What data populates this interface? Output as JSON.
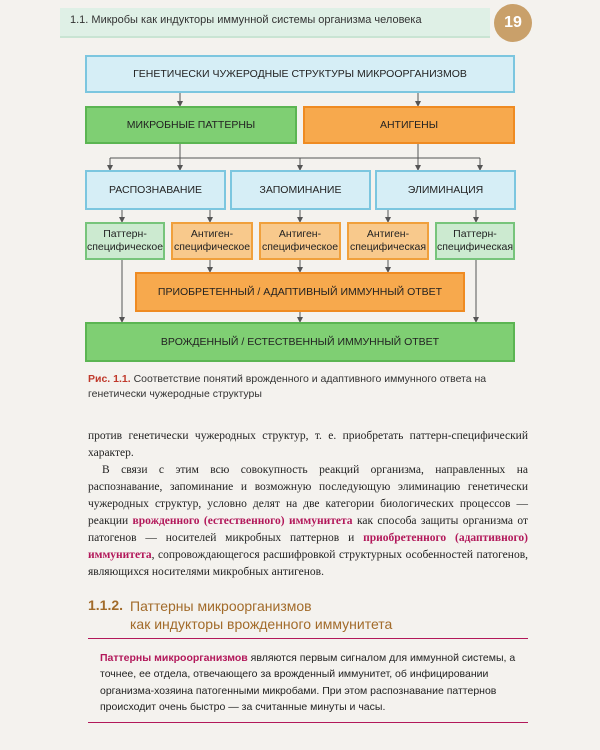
{
  "header": {
    "running_title": "1.1. Микробы как индукторы иммунной системы организма человека",
    "page_number": "19"
  },
  "diagram": {
    "top": "ГЕНЕТИЧЕСКИ ЧУЖЕРОДНЫЕ СТРУКТУРЫ МИКРООРГАНИЗМОВ",
    "patterns": "МИКРОБНЫЕ ПАТТЕРНЫ",
    "antigens": "АНТИГЕНЫ",
    "recognition": "РАСПОЗНАВАНИЕ",
    "memory": "ЗАПОМИНАНИЕ",
    "elimination": "ЭЛИМИНАЦИЯ",
    "cell1": "Паттерн-специфическое",
    "cell2": "Антиген-специфическое",
    "cell3": "Антиген-специфическое",
    "cell4": "Антиген-специфическая",
    "cell5": "Паттерн-специфическая",
    "adaptive": "ПРИОБРЕТЕННЫЙ / АДАПТИВНЫЙ ИММУННЫЙ ОТВЕТ",
    "innate": "ВРОЖДЕННЫЙ / ЕСТЕСТВЕННЫЙ ИММУННЫЙ ОТВЕТ"
  },
  "caption": {
    "label": "Рис. 1.1.",
    "text": "Соответствие понятий врожденного и адаптивного иммунного ответа на генетически чужеродные структуры"
  },
  "body": {
    "p1": "против генетически чужеродных структур, т. е. приобретать паттерн-специфический характер.",
    "p2_a": "В связи с этим всю совокупность реакций организма, направленных на распознавание, запоминание и возможную последующую элиминацию генетически чужеродных структур, условно делят на две категории биологических процессов — реакции ",
    "p2_hl1": "врожденного (естественного) иммунитета",
    "p2_b": " как способа защиты организма от патогенов — носителей микробных паттернов и ",
    "p2_hl2": "приобретенного (адаптивного) иммунитета",
    "p2_c": ", сопровождающегося расшифровкой структурных особенностей патогенов, являющихся носителями микробных антигенов."
  },
  "section": {
    "number": "1.1.2.",
    "title_line1": "Паттерны микроорганизмов",
    "title_line2": "как индукторы врожденного иммунитета"
  },
  "definition": {
    "term": "Паттерны микроорганизмов",
    "text": " являются первым сигналом для иммунной системы, а точнее, ее отдела, отвечающего за врожденный иммунитет, об инфицировании организма-хозяина патогенными микробами. При этом распознавание паттернов происходит очень быстро — за считанные минуты и часы."
  },
  "colors": {
    "accent_magenta": "#b2185a",
    "section_brown": "#a26b2a",
    "box_green": "#7fcf73",
    "box_orange": "#f7a94d",
    "box_blue": "#d6eef6"
  }
}
